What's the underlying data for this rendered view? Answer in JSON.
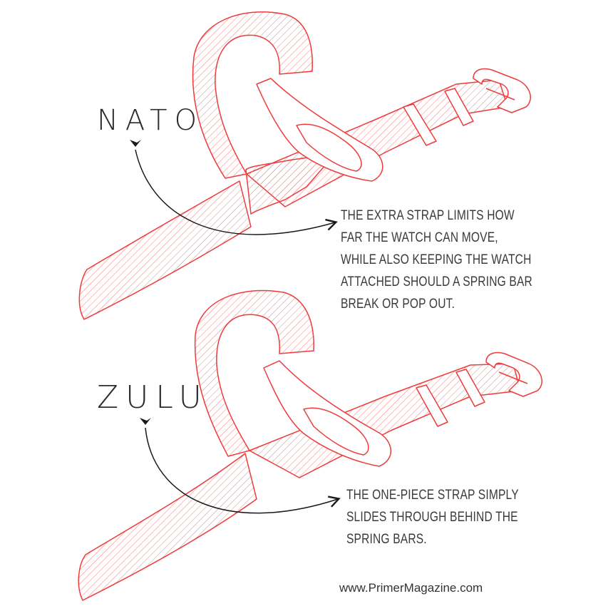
{
  "colors": {
    "strap_outline": "#ee3b3b",
    "hatch": "#f08080",
    "text": "#2b2b2b",
    "arrow": "#1a1a1a"
  },
  "nato": {
    "title": "NATO",
    "description_lines": [
      "THE EXTRA STRAP LIMITS HOW",
      "FAR THE WATCH CAN MOVE,",
      "WHILE ALSO KEEPING THE WATCH",
      "ATTACHED SHOULD A SPRING BAR",
      "BREAK OR POP OUT."
    ]
  },
  "zulu": {
    "title": "ZULU",
    "description_lines": [
      "THE ONE-PIECE STRAP SIMPLY",
      "SLIDES THROUGH BEHIND THE",
      "SPRING BARS."
    ]
  },
  "footer": {
    "credit": "www.PrimerMagazine.com"
  },
  "icons": [
    "nato-strap-illustration",
    "zulu-strap-illustration",
    "arrow-icon",
    "buckle-icon",
    "watch-case-icon"
  ]
}
